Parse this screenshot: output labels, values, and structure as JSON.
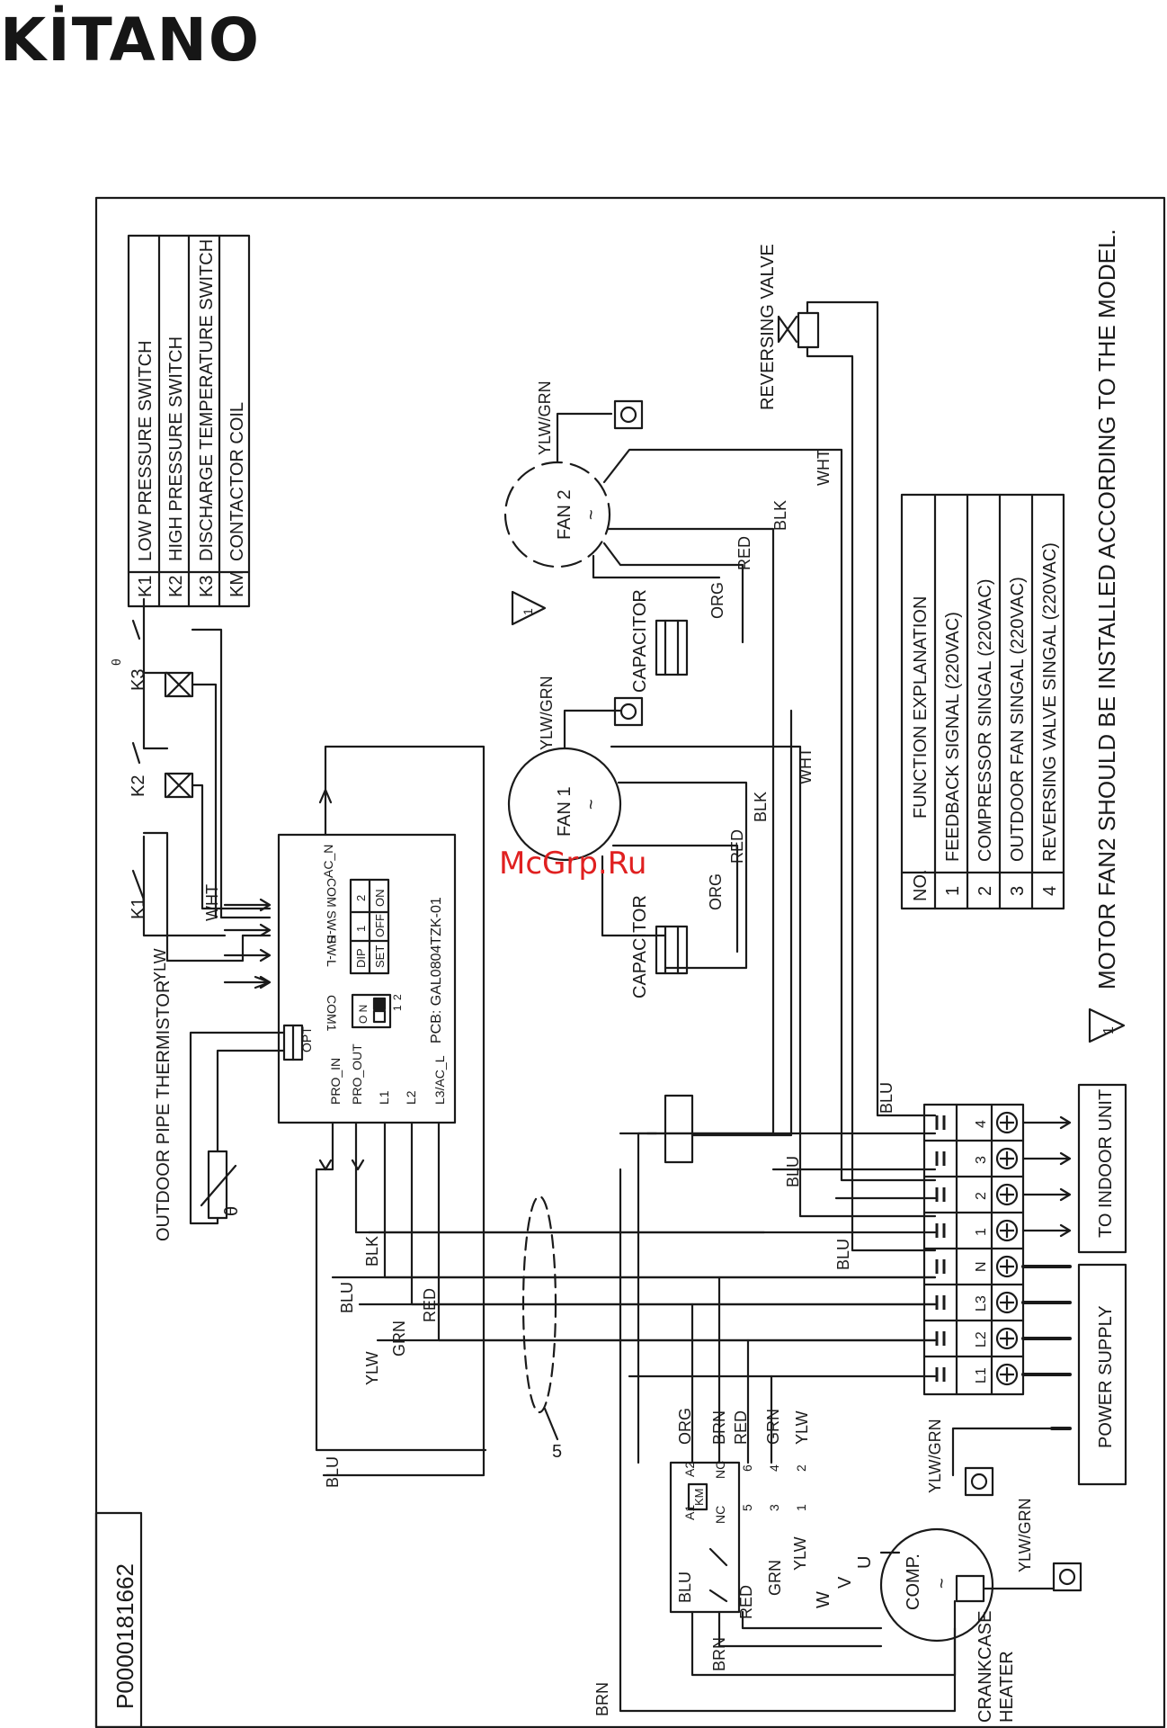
{
  "brand": "KİTANO",
  "watermark": "McGrp.Ru",
  "doc_number": "P0000181662",
  "note": "MOTOR FAN2 SHOULD BE INSTALLED ACCORDING TO THE MODEL.",
  "note_symbol": "1",
  "legend": [
    {
      "code": "K1",
      "desc": "LOW  PRESSURE  SWITCH"
    },
    {
      "code": "K2",
      "desc": "HIGH PRESSURE  SWITCH"
    },
    {
      "code": "K3",
      "desc": "DISCHARGE  TEMPERATURE  SWITCH"
    },
    {
      "code": "KM",
      "desc": "CONTACTOR COIL"
    }
  ],
  "function_table": {
    "headers": [
      "NO.",
      "FUNCTION   EXPLANATION"
    ],
    "rows": [
      {
        "no": "1",
        "desc": "FEEDBACK SIGNAL (220VAC)"
      },
      {
        "no": "2",
        "desc": "COMPRESSOR SINGAL  (220VAC)"
      },
      {
        "no": "3",
        "desc": "OUTDOOR FAN SINGAL  (220VAC)"
      },
      {
        "no": "4",
        "desc": "REVERSING  VALVE  SINGAL  (220VAC)"
      }
    ]
  },
  "components": {
    "reversing_valve": "REVERSING  VALVE",
    "fan1": "FAN 1",
    "fan2": "FAN 2",
    "capacitor": "CAPACITOR",
    "comp": "COMP.",
    "comp_symbol": "~",
    "fan_symbol": "~",
    "crankcase_heater_1": "CRANKCASE",
    "crankcase_heater_2": "HEATER",
    "thermistor": "OUTDOOR  PIPE  THERMISTOR",
    "theta": "θ",
    "bundle_number": "5",
    "contactor": {
      "a1": "A1",
      "a2": "A2",
      "km": "KM",
      "nc": "NC",
      "t1": "1",
      "t2": "2",
      "t3": "3",
      "t4": "4",
      "t5": "5",
      "t6": "6"
    },
    "comp_terminals": [
      "W",
      "V",
      "U"
    ],
    "switches": [
      "K1",
      "K2",
      "K3"
    ]
  },
  "pcb": {
    "model": "PCB:  GAL0804TZK-01",
    "left_pins": [
      "COM1",
      "SW-L",
      "SW-H",
      "COM"
    ],
    "ac_n": "AC_N",
    "opt": "OPT",
    "bottom_pins": [
      "PRO_IN",
      "PRO_OUT",
      "L1",
      "L2",
      "L3/AC_L"
    ],
    "dip_table": {
      "row1": [
        "DIP",
        "1",
        "2"
      ],
      "row2": [
        "SET",
        "OFF",
        "ON"
      ]
    },
    "dip_switch": {
      "on": "O N",
      "n1": "1",
      "n2": "2"
    }
  },
  "terminal_block": {
    "labels": [
      "4",
      "3",
      "2",
      "1",
      "N",
      "L3",
      "L2",
      "L1"
    ],
    "to_indoor": "TO  INDOOR  UNIT",
    "power_supply": "POWER   SUPPLY"
  },
  "wire_labels": {
    "ylw": "YLW",
    "blu": "BLU",
    "wht": "WHT",
    "blk": "BLK",
    "red": "RED",
    "grn": "GRN",
    "org": "ORG",
    "brn": "BRN",
    "ylwgrn": "YLW/GRN"
  }
}
